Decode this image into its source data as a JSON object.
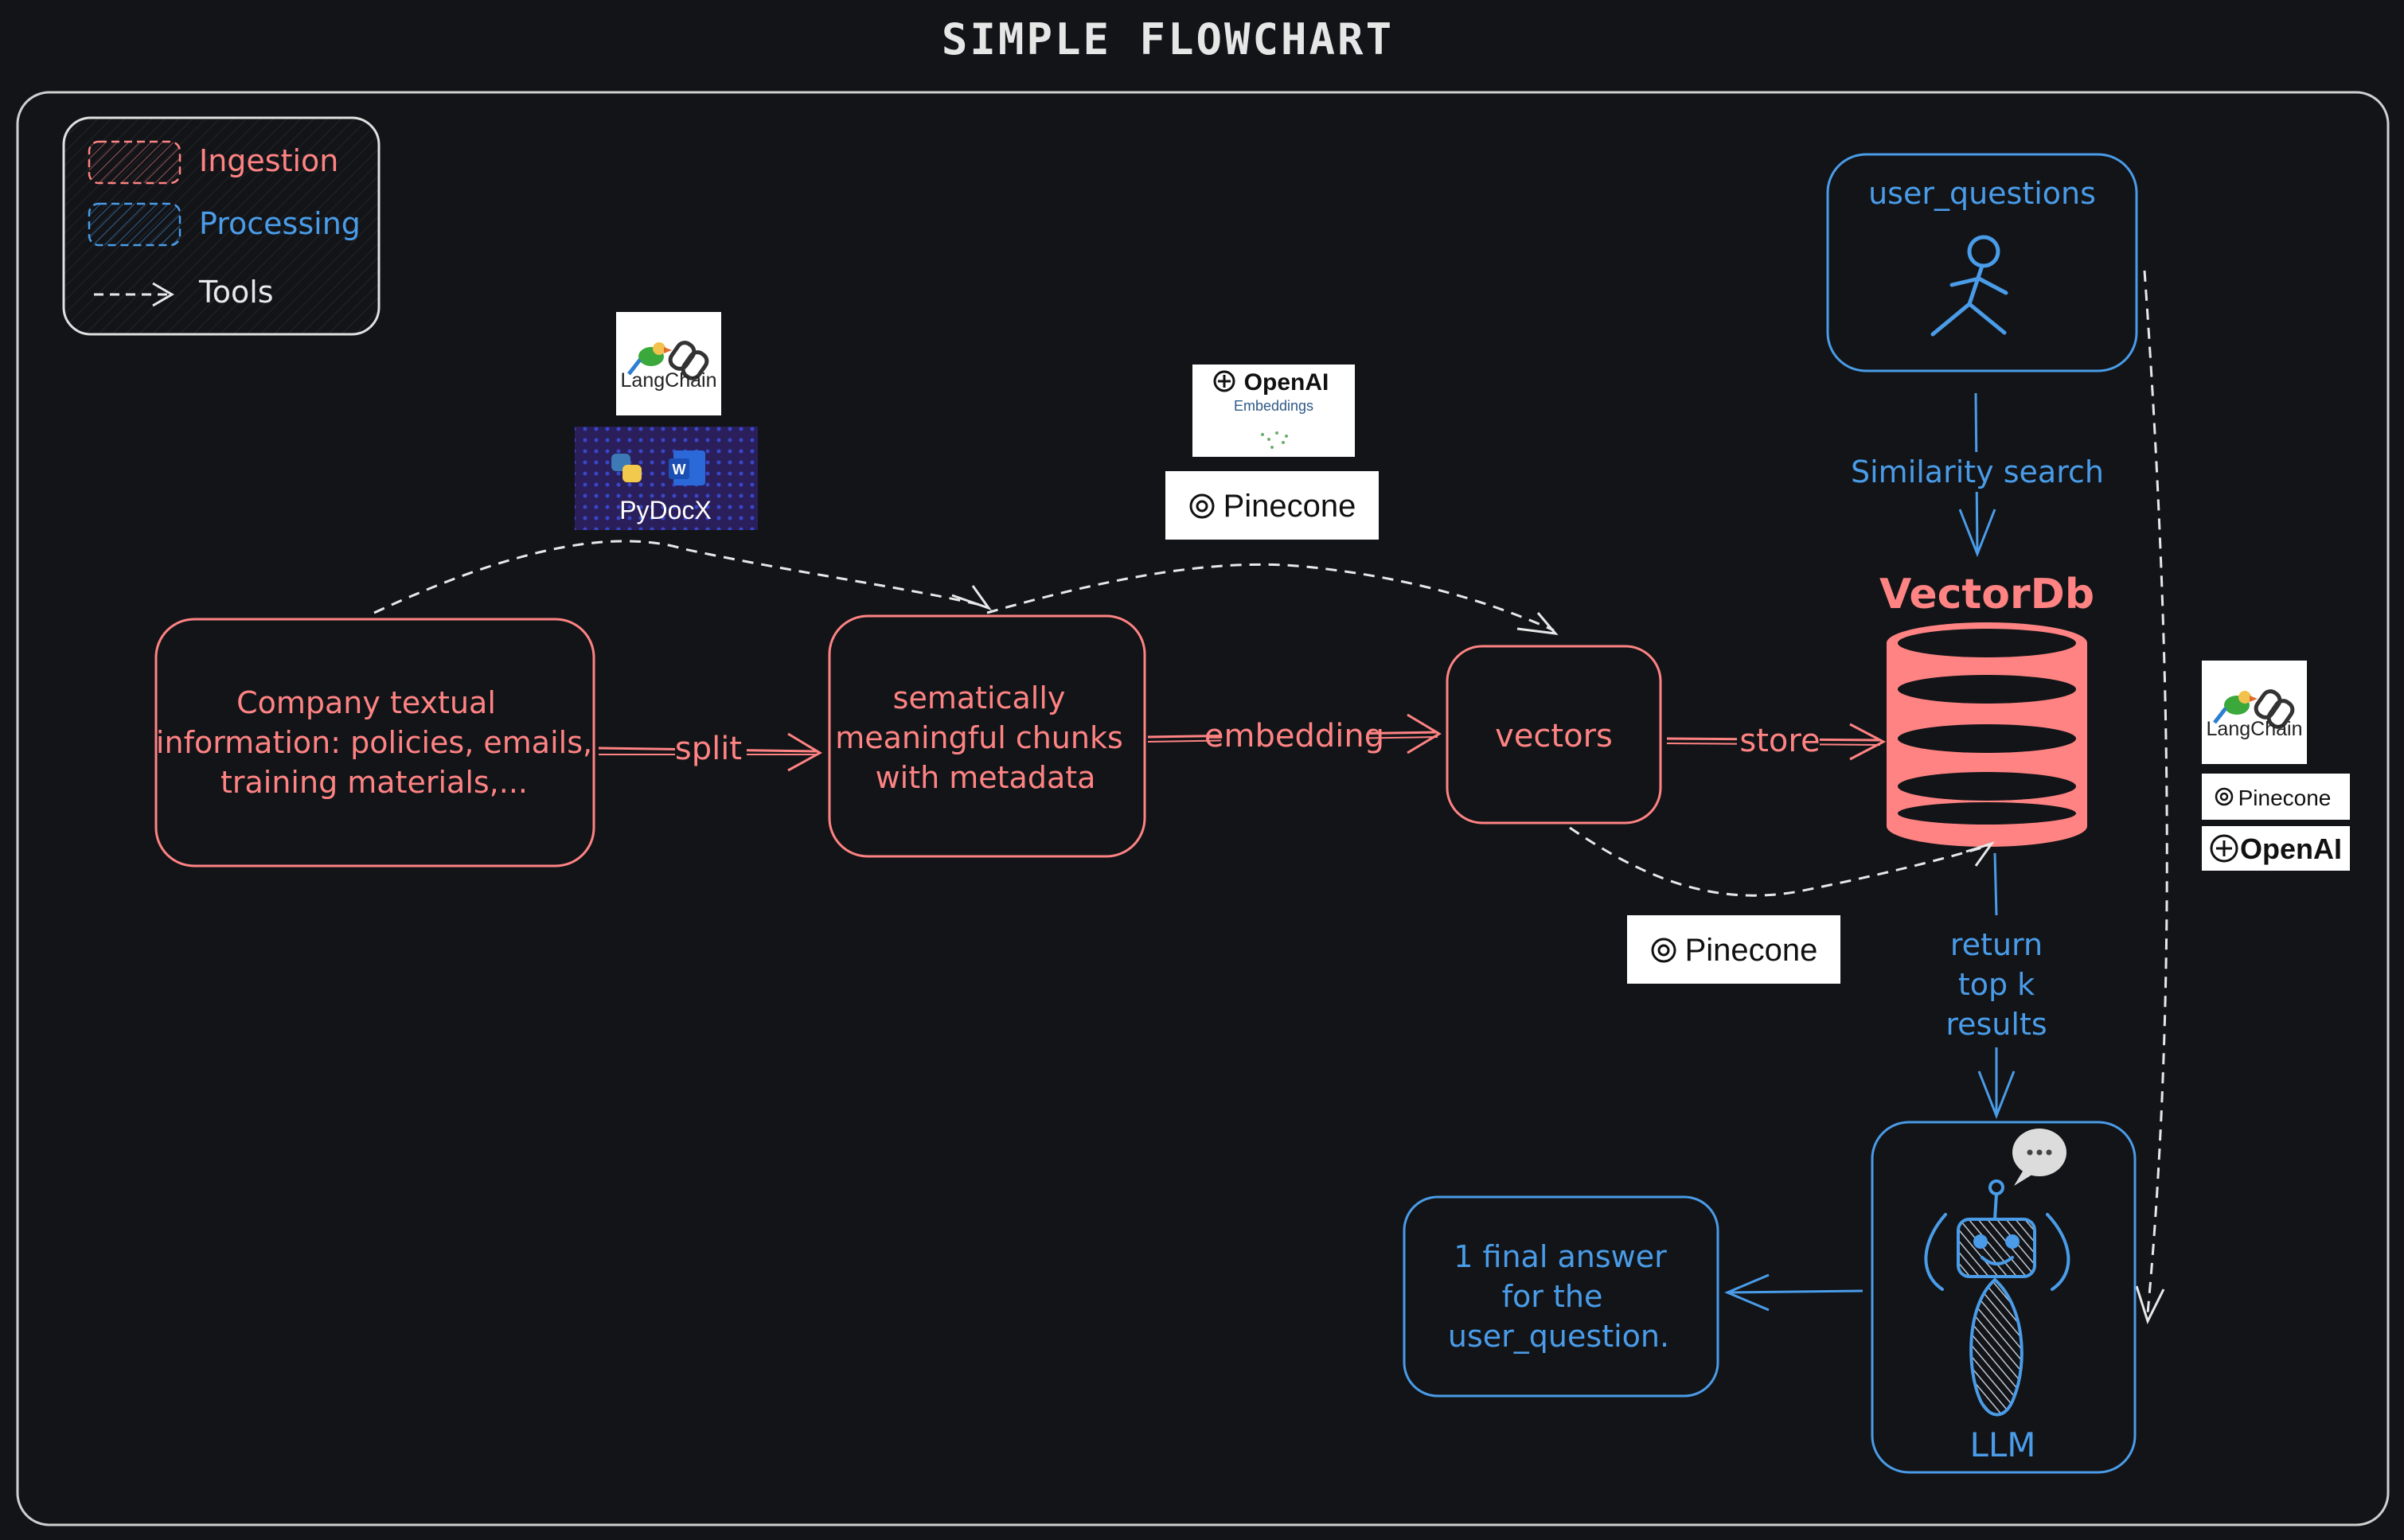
{
  "title": "SIMPLE FLOWCHART",
  "colors": {
    "background": "#121418",
    "ingestion": "#ff8383",
    "processing": "#4a9ce8",
    "tools": "#e8e8e8",
    "frame": "#d0d0d0"
  },
  "legend": {
    "ingestion": "Ingestion",
    "processing": "Processing",
    "tools": "Tools"
  },
  "nodes": {
    "source": [
      "Company textual",
      "information: policies, emails,",
      "training materials,..."
    ],
    "chunks": [
      "sematically",
      "meaningful chunks",
      "with metadata"
    ],
    "vectors": "vectors",
    "vectordb": "VectorDb",
    "user_questions": "user_questions",
    "llm": "LLM",
    "answer": [
      "1 final answer",
      "for the",
      "user_question."
    ]
  },
  "edges": {
    "split": "split",
    "embedding": "embedding",
    "store": "store",
    "similarity": "Similarity search",
    "return_results": [
      "return",
      "top k",
      "results"
    ]
  },
  "tool_logos": {
    "langchain": "LangChain",
    "pydocx": "PyDocX",
    "openai": "OpenAI",
    "embeddings": "Embeddings",
    "pinecone": "Pinecone"
  },
  "icons": [
    "stick-figure-icon",
    "database-icon",
    "robot-icon",
    "speech-bubble-icon",
    "parrot-icon",
    "chain-link-icon",
    "python-icon",
    "word-icon",
    "openai-knot-icon",
    "pinecone-icon"
  ]
}
